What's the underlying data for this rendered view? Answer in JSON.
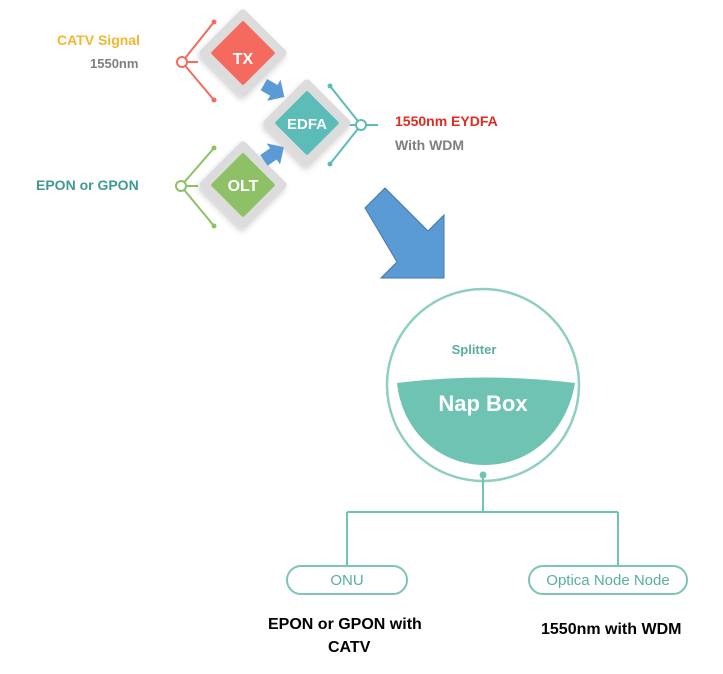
{
  "colors": {
    "tx": "#f46a5f",
    "edfa": "#5bbcb8",
    "olt": "#8ec066",
    "arrow": "#5b9bd5",
    "teal": "#6fc3b2",
    "catv_label": "#f2b630",
    "gray_label": "#7f7f7f",
    "eydfa_label": "#e02b20",
    "epon_label": "#3f9a93"
  },
  "nodes": {
    "tx": "TX",
    "edfa": "EDFA",
    "olt": "OLT"
  },
  "inputs": {
    "catv_title": "CATV  Signal",
    "catv_sub": "1550nm",
    "epon_title": "EPON  or  GPON"
  },
  "output": {
    "title": "1550nm EYDFA",
    "sub": "With WDM"
  },
  "nap": {
    "top_label": "Splitter",
    "main_label": "Nap Box"
  },
  "branches": {
    "left_pill": "ONU",
    "right_pill": "Optica Node Node",
    "left_caption_line1": "EPON or GPON with",
    "left_caption_line2": "CATV",
    "right_caption": "1550nm with WDM"
  },
  "icons": {
    "flow_arrows": "arrow-right-icon",
    "big_arrow": "arrow-down-right-icon"
  }
}
